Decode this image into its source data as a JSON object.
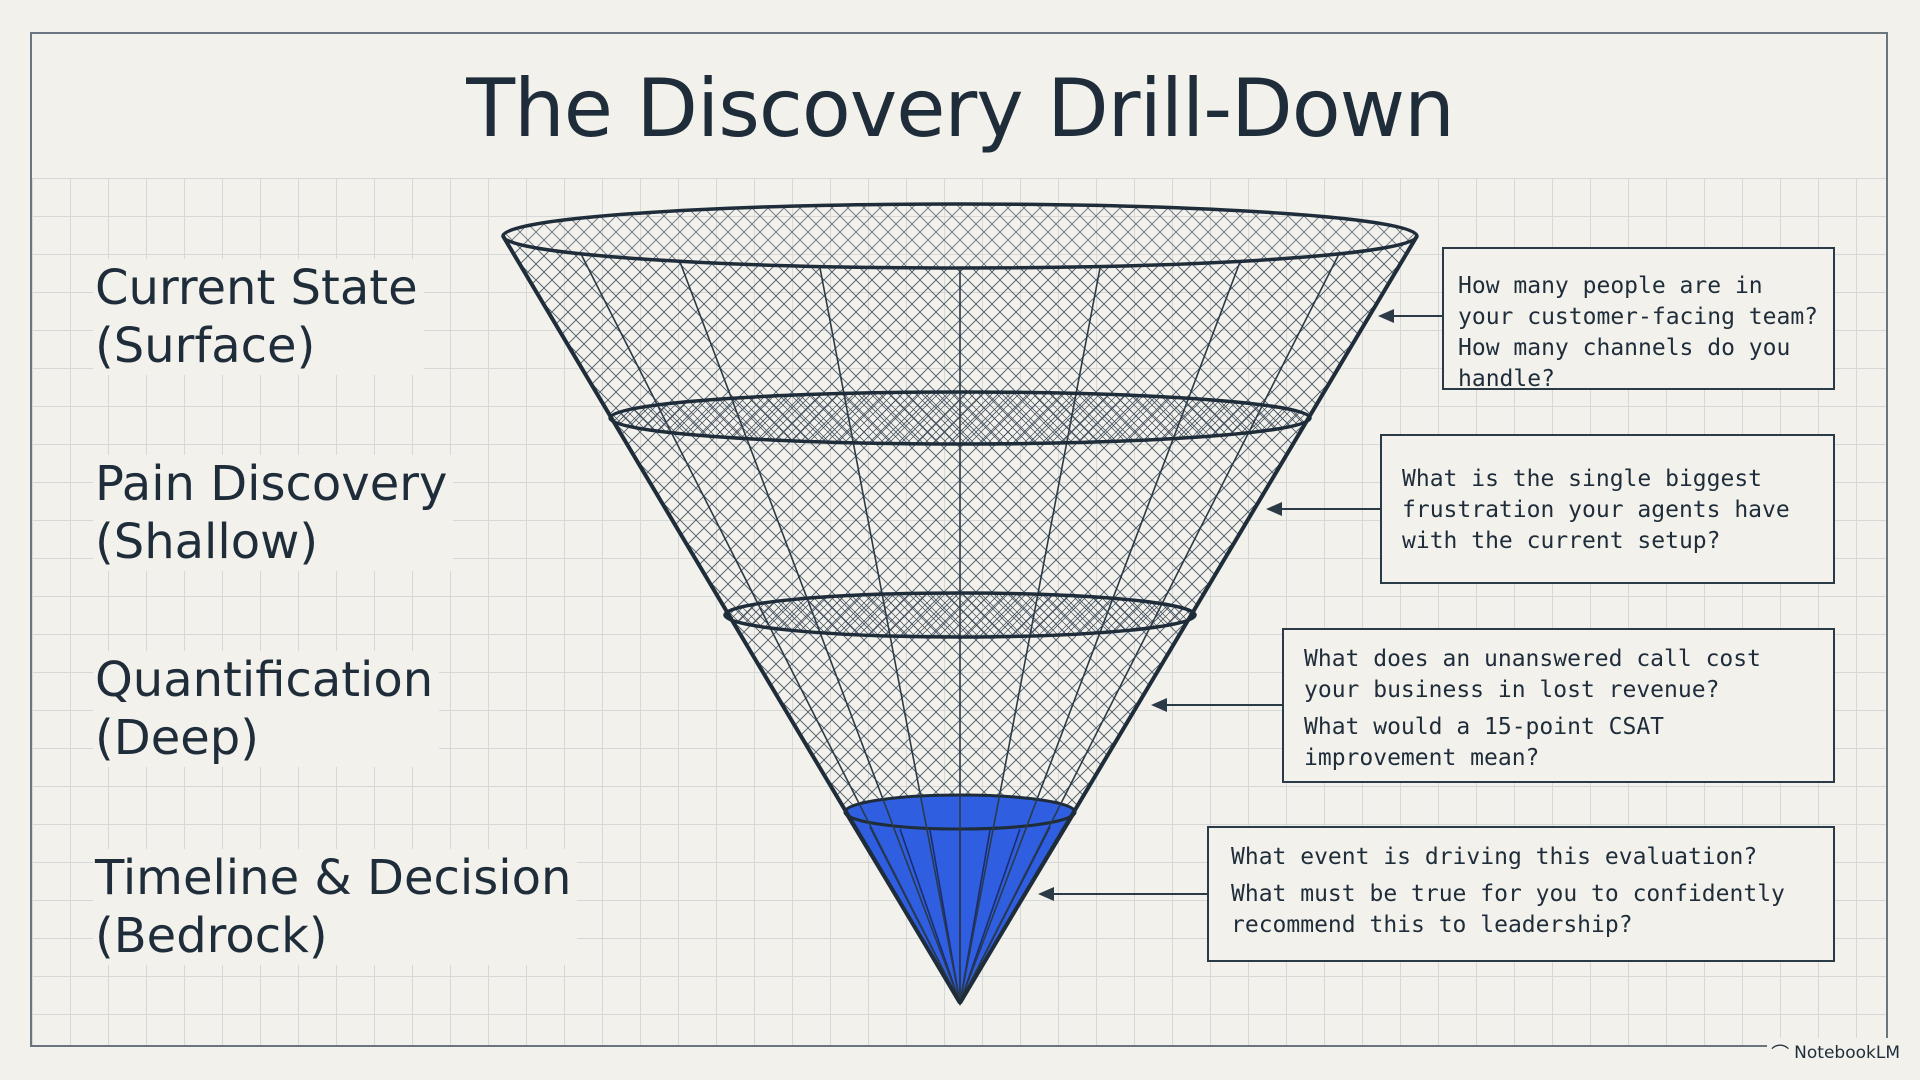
{
  "title": "The Discovery Drill-Down",
  "colors": {
    "ink": "#1f2d3a",
    "accent_blue": "#2f5fe0",
    "background": "#f2f1ec",
    "grid": "#d6d8d8"
  },
  "levels": [
    {
      "name": "Current State",
      "depth": "(Surface)",
      "questions": [
        "How many people are in your customer-facing team? How many channels do you handle?"
      ]
    },
    {
      "name": "Pain Discovery",
      "depth": "(Shallow)",
      "questions": [
        "What is the single biggest frustration your agents have with the current setup?"
      ]
    },
    {
      "name": "Quantification",
      "depth": "(Deep)",
      "questions": [
        "What does an unanswered call cost your business in lost revenue?",
        "What would a 15-point CSAT improvement mean?"
      ]
    },
    {
      "name": "Timeline & Decision",
      "depth": "(Bedrock)",
      "questions": [
        "What event is driving this evaluation?",
        "What must be true for you to confidently recommend this to leadership?"
      ]
    }
  ],
  "badge": {
    "icon": "notebooklm-logo-icon",
    "text": "NotebookLM"
  }
}
